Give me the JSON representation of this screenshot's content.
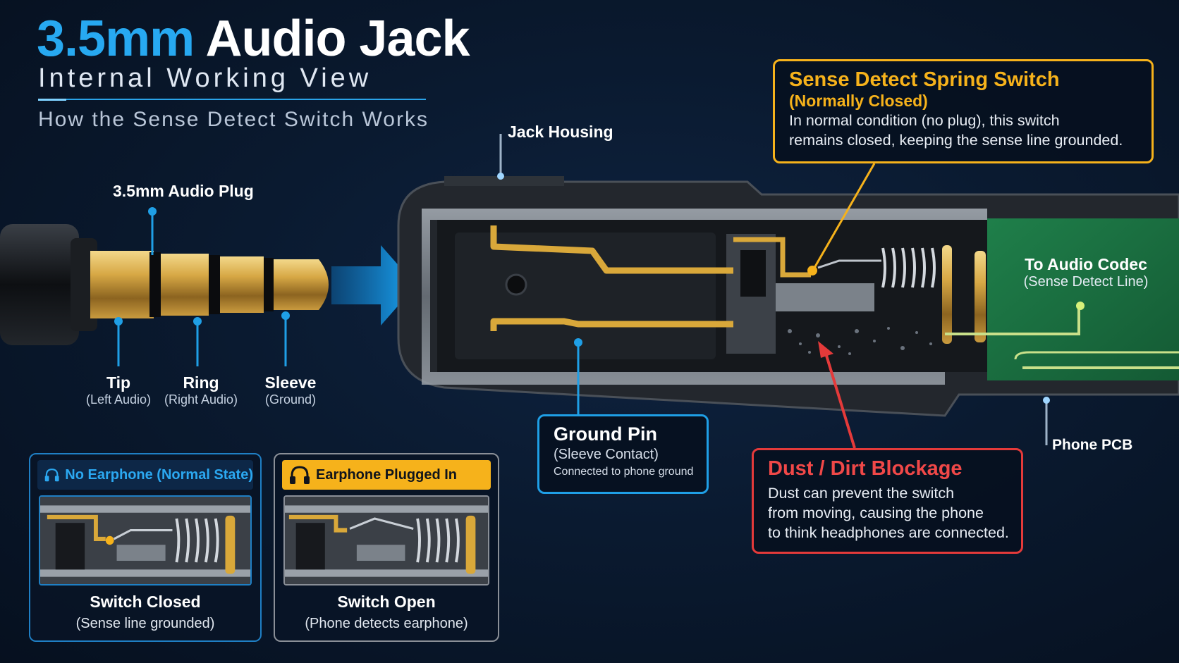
{
  "title": {
    "accent": "3.5mm",
    "main": "Audio Jack",
    "subtitle": "Internal Working View",
    "description": "How the Sense Detect Switch Works"
  },
  "labels": {
    "jack_housing": "Jack Housing",
    "plug": "3.5mm Audio Plug",
    "tip": {
      "name": "Tip",
      "detail": "(Left Audio)"
    },
    "ring": {
      "name": "Ring",
      "detail": "(Right Audio)"
    },
    "sleeve": {
      "name": "Sleeve",
      "detail": "(Ground)"
    },
    "codec": {
      "name": "To Audio Codec",
      "detail": "(Sense Detect Line)"
    },
    "pcb": "Phone PCB"
  },
  "callouts": {
    "sense": {
      "title": "Sense Detect Spring Switch",
      "subtitle": "(Normally Closed)",
      "line1": "In normal condition (no plug), this switch",
      "line2": "remains closed, keeping the sense line grounded."
    },
    "ground": {
      "title": "Ground Pin",
      "subtitle": "(Sleeve Contact)",
      "note": "Connected to phone ground"
    },
    "dust": {
      "title": "Dust / Dirt Blockage",
      "line1": "Dust can prevent the switch",
      "line2": "from moving, causing the phone",
      "line3": "to think headphones are connected."
    }
  },
  "states": {
    "closed": {
      "header": "No Earphone (Normal State)",
      "title": "Switch Closed",
      "subtitle": "(Sense line grounded)"
    },
    "open": {
      "header": "Earphone Plugged In",
      "title": "Switch Open",
      "subtitle": "(Phone detects earphone)"
    }
  },
  "colors": {
    "accent_blue": "#27a9f1",
    "amber": "#f6b21b",
    "red": "#e43a3a",
    "gold": "#d9a83a",
    "pcb_green": "#1f7a45"
  }
}
